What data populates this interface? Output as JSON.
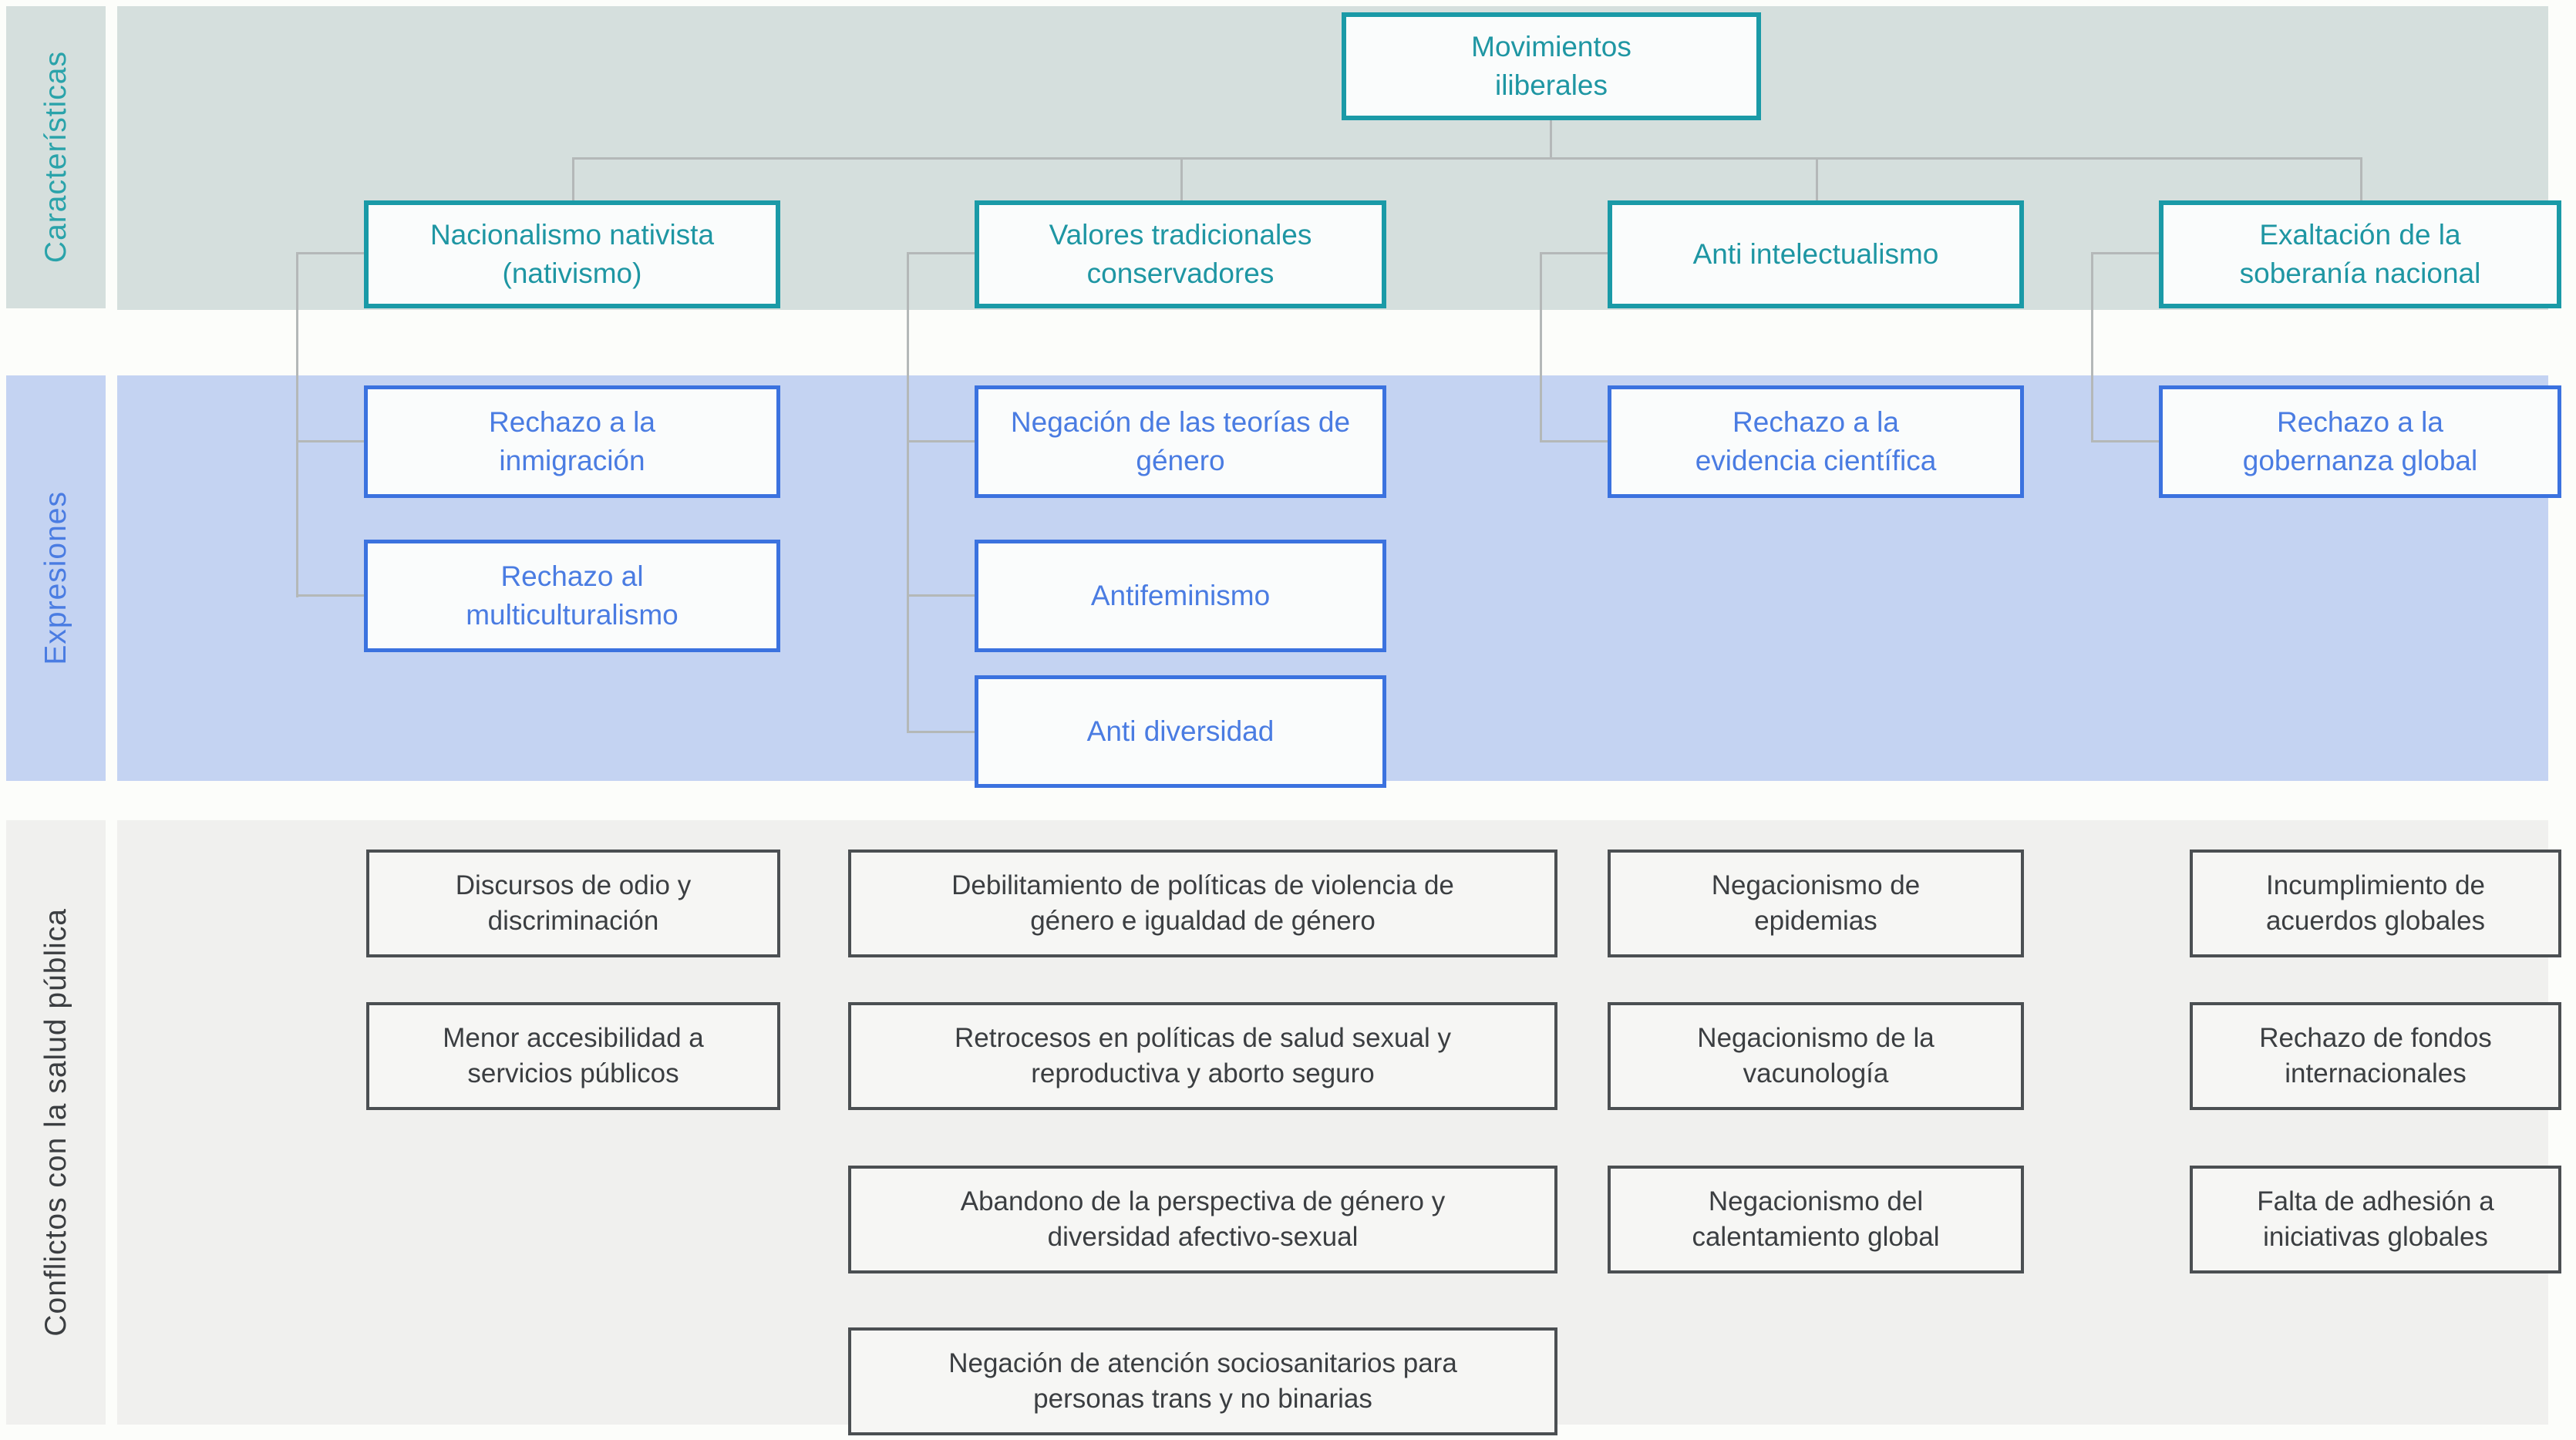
{
  "bands": [
    {
      "id": "caracteristicas",
      "label": "Características"
    },
    {
      "id": "expresiones",
      "label": "Expresiones"
    },
    {
      "id": "conflictos",
      "label": "Conflictos con la salud pública"
    }
  ],
  "root": {
    "label": "Movimientos iliberales"
  },
  "columns": [
    {
      "characteristic": "Nacionalismo nativista (nativismo)",
      "expressions": [
        "Rechazo a la inmigración",
        "Rechazo al multiculturalismo"
      ],
      "conflicts": [
        "Discursos de odio y discriminación",
        "Menor accesibilidad a servicios públicos"
      ]
    },
    {
      "characteristic": "Valores tradicionales conservadores",
      "expressions": [
        "Negación de las teorías de género",
        "Antifeminismo",
        "Anti diversidad"
      ],
      "conflicts": [
        "Debilitamiento de políticas de violencia de género e igualdad de género",
        "Retrocesos en políticas de salud sexual y reproductiva y aborto seguro",
        "Abandono de la perspectiva de género y diversidad afectivo-sexual",
        "Negación de atención sociosanitarios para personas trans y no binarias"
      ]
    },
    {
      "characteristic": "Anti intelectualismo",
      "expressions": [
        "Rechazo a la evidencia científica"
      ],
      "conflicts": [
        "Negacionismo de epidemias",
        "Negacionismo de la vacunología",
        "Negacionismo del calentamiento global"
      ]
    },
    {
      "characteristic": "Exaltación de la soberanía nacional",
      "expressions": [
        "Rechazo a la gobernanza global"
      ],
      "conflicts": [
        "Incumplimiento de acuerdos globales",
        "Rechazo de fondos internacionales",
        "Falta de adhesión a iniciativas globales"
      ]
    }
  ],
  "colors": {
    "page_bg": "#fcfdfa",
    "teal_band": "#d5dfdd",
    "teal_border": "#1a9aa7",
    "teal_text": "#1e96a3",
    "teal_label": "#2aa3aa",
    "blue_band": "#c4d3f2",
    "blue_border": "#3b72df",
    "blue_text": "#4a7ce2",
    "blue_label": "#4a7ce2",
    "gray_band": "#f0f0ee",
    "gray_border": "#4b4f52",
    "gray_text": "#3b3e41",
    "gray_box_bg": "#f6f6f4",
    "box_bg": "#fafcfc",
    "connector": "#b4b8b8"
  }
}
